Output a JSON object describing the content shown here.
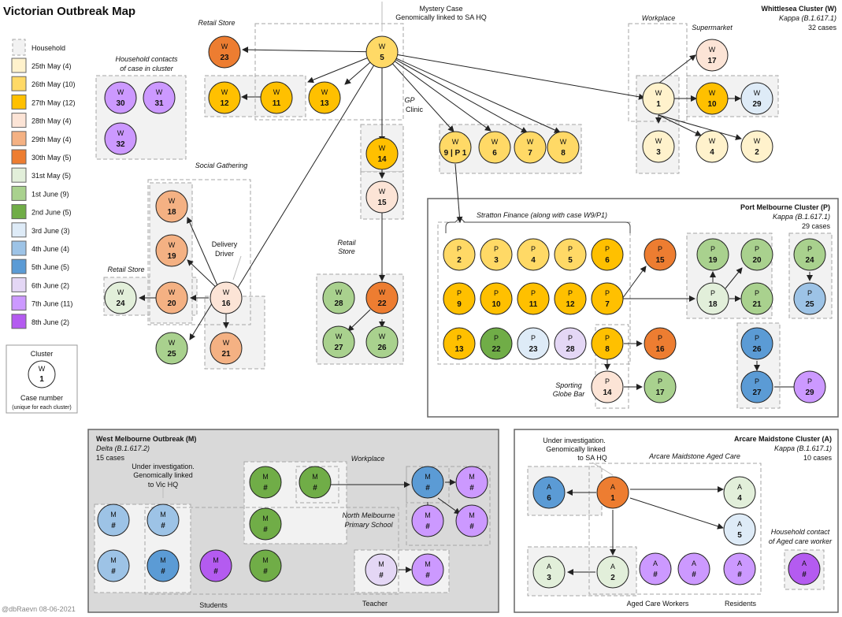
{
  "title": "Victorian Outbreak Map",
  "watermark": "@dbRaevn 08-06-2021",
  "colors": {
    "d25may": "#fff2cc",
    "d26may": "#ffd966",
    "d27may": "#ffc000",
    "d28may": "#fce4d6",
    "d29may": "#f4b183",
    "d30may": "#ed7d31",
    "d31may": "#e2efda",
    "d1jun": "#a9d18e",
    "d2jun": "#70ad47",
    "d3jun": "#deebf7",
    "d4jun": "#9dc3e6",
    "d5jun": "#5b9bd5",
    "d6jun": "#e4d7f5",
    "d7jun": "#cc99ff",
    "d8jun": "#b45bf0",
    "grey": "#f2f2f2",
    "groupStroke": "#a6a6a6"
  },
  "legend": {
    "household": "Household",
    "items": [
      {
        "label": "25th May (4)",
        "c": "d25may"
      },
      {
        "label": "26th May (10)",
        "c": "d26may"
      },
      {
        "label": "27th May (12)",
        "c": "d27may"
      },
      {
        "label": "28th May (4)",
        "c": "d28may"
      },
      {
        "label": "29th May (4)",
        "c": "d29may"
      },
      {
        "label": "30th May (5)",
        "c": "d30may"
      },
      {
        "label": "31st May (5)",
        "c": "d31may"
      },
      {
        "label": "1st June (9)",
        "c": "d1jun"
      },
      {
        "label": "2nd June (5)",
        "c": "d2jun"
      },
      {
        "label": "3rd June (3)",
        "c": "d3jun"
      },
      {
        "label": "4th June (4)",
        "c": "d4jun"
      },
      {
        "label": "5th June (5)",
        "c": "d5jun"
      },
      {
        "label": "6th June (2)",
        "c": "d6jun"
      },
      {
        "label": "7th June (11)",
        "c": "d7jun"
      },
      {
        "label": "8th June (2)",
        "c": "d8jun"
      }
    ],
    "key_title": "Cluster",
    "key_letter": "W",
    "key_num": "1",
    "key_caption": "Case number",
    "key_sub": "(unique for each cluster)"
  },
  "clusters": [
    {
      "t": "Whittlesea Cluster (W)",
      "v": "Kappa (B.1.617.1)",
      "n": "32 cases"
    },
    {
      "t": "Port Melbourne Cluster (P)",
      "v": "Kappa (B.1.617.1)",
      "n": "29 cases"
    },
    {
      "t": "West Melbourne Outbreak (M)",
      "v": "Delta (B.1.617.2)",
      "n": "15 cases"
    },
    {
      "t": "Arcare Maidstone Cluster (A)",
      "v": "Kappa (B.1.617.1)",
      "n": "10 cases"
    }
  ],
  "labels": [
    {
      "t": "Mystery Case"
    },
    {
      "t": "Genomically linked to SA HQ"
    },
    {
      "t": "Retail Store"
    },
    {
      "t": "Household contacts"
    },
    {
      "t": "of case in cluster"
    },
    {
      "t": "Workplace"
    },
    {
      "t": "Supermarket"
    },
    {
      "t": "GP"
    },
    {
      "t": "Clinic"
    },
    {
      "t": "Social Gathering"
    },
    {
      "t": "Delivery"
    },
    {
      "t": "Driver"
    },
    {
      "t": "Retail Store"
    },
    {
      "t": "Retail"
    },
    {
      "t": "Store"
    },
    {
      "t": "Stratton Finance (along with case W9/P1)"
    },
    {
      "t": "Sporting"
    },
    {
      "t": "Globe Bar"
    },
    {
      "t": "Under investigation."
    },
    {
      "t": "Genomically linked"
    },
    {
      "t": "to Vic HQ"
    },
    {
      "t": "Workplace"
    },
    {
      "t": "North Melbourne"
    },
    {
      "t": "Primary School"
    },
    {
      "t": "Students"
    },
    {
      "t": "Teacher"
    },
    {
      "t": "Under investigation."
    },
    {
      "t": "Genomically linked"
    },
    {
      "t": "to SA HQ"
    },
    {
      "t": "Arcare Maidstone Aged Care"
    },
    {
      "t": "Household contact"
    },
    {
      "t": "of Aged care worker"
    },
    {
      "t": "Aged Care Workers"
    },
    {
      "t": "Residents"
    }
  ],
  "nodes": [
    {
      "l": "W",
      "n": "5",
      "c": "d26may"
    },
    {
      "l": "W",
      "n": "23",
      "c": "d30may"
    },
    {
      "l": "W",
      "n": "12",
      "c": "d27may"
    },
    {
      "l": "W",
      "n": "11",
      "c": "d27may"
    },
    {
      "l": "W",
      "n": "13",
      "c": "d27may"
    },
    {
      "l": "W",
      "n": "30",
      "c": "d7jun"
    },
    {
      "l": "W",
      "n": "31",
      "c": "d7jun"
    },
    {
      "l": "W",
      "n": "32",
      "c": "d7jun"
    },
    {
      "l": "W",
      "n": "14",
      "c": "d27may"
    },
    {
      "l": "W",
      "n": "15",
      "c": "d28may"
    },
    {
      "l": "W",
      "n": "9 | P 1",
      "c": "d26may"
    },
    {
      "l": "W",
      "n": "6",
      "c": "d26may"
    },
    {
      "l": "W",
      "n": "7",
      "c": "d26may"
    },
    {
      "l": "W",
      "n": "8",
      "c": "d26may"
    },
    {
      "l": "W",
      "n": "1",
      "c": "d25may"
    },
    {
      "l": "W",
      "n": "17",
      "c": "d28may"
    },
    {
      "l": "W",
      "n": "10",
      "c": "d27may"
    },
    {
      "l": "W",
      "n": "29",
      "c": "d3jun"
    },
    {
      "l": "W",
      "n": "3",
      "c": "d25may"
    },
    {
      "l": "W",
      "n": "4",
      "c": "d25may"
    },
    {
      "l": "W",
      "n": "2",
      "c": "d25may"
    },
    {
      "l": "W",
      "n": "18",
      "c": "d29may"
    },
    {
      "l": "W",
      "n": "19",
      "c": "d29may"
    },
    {
      "l": "W",
      "n": "20",
      "c": "d29may"
    },
    {
      "l": "W",
      "n": "24",
      "c": "d31may"
    },
    {
      "l": "W",
      "n": "16",
      "c": "d28may"
    },
    {
      "l": "W",
      "n": "25",
      "c": "d1jun"
    },
    {
      "l": "W",
      "n": "21",
      "c": "d29may"
    },
    {
      "l": "W",
      "n": "28",
      "c": "d1jun"
    },
    {
      "l": "W",
      "n": "22",
      "c": "d30may"
    },
    {
      "l": "W",
      "n": "27",
      "c": "d1jun"
    },
    {
      "l": "W",
      "n": "26",
      "c": "d1jun"
    },
    {
      "l": "P",
      "n": "2",
      "c": "d26may"
    },
    {
      "l": "P",
      "n": "3",
      "c": "d26may"
    },
    {
      "l": "P",
      "n": "4",
      "c": "d26may"
    },
    {
      "l": "P",
      "n": "5",
      "c": "d26may"
    },
    {
      "l": "P",
      "n": "6",
      "c": "d27may"
    },
    {
      "l": "P",
      "n": "9",
      "c": "d27may"
    },
    {
      "l": "P",
      "n": "10",
      "c": "d27may"
    },
    {
      "l": "P",
      "n": "11",
      "c": "d27may"
    },
    {
      "l": "P",
      "n": "12",
      "c": "d27may"
    },
    {
      "l": "P",
      "n": "7",
      "c": "d27may"
    },
    {
      "l": "P",
      "n": "13",
      "c": "d27may"
    },
    {
      "l": "P",
      "n": "22",
      "c": "d2jun"
    },
    {
      "l": "P",
      "n": "23",
      "c": "d3jun"
    },
    {
      "l": "P",
      "n": "28",
      "c": "d6jun"
    },
    {
      "l": "P",
      "n": "8",
      "c": "d27may"
    },
    {
      "l": "P",
      "n": "15",
      "c": "d30may"
    },
    {
      "l": "P",
      "n": "16",
      "c": "d30may"
    },
    {
      "l": "P",
      "n": "14",
      "c": "d28may"
    },
    {
      "l": "P",
      "n": "17",
      "c": "d1jun"
    },
    {
      "l": "P",
      "n": "19",
      "c": "d1jun"
    },
    {
      "l": "P",
      "n": "20",
      "c": "d1jun"
    },
    {
      "l": "P",
      "n": "18",
      "c": "d31may"
    },
    {
      "l": "P",
      "n": "21",
      "c": "d1jun"
    },
    {
      "l": "P",
      "n": "24",
      "c": "d1jun"
    },
    {
      "l": "P",
      "n": "25",
      "c": "d4jun"
    },
    {
      "l": "P",
      "n": "26",
      "c": "d5jun"
    },
    {
      "l": "P",
      "n": "27",
      "c": "d5jun"
    },
    {
      "l": "P",
      "n": "29",
      "c": "d7jun"
    },
    {
      "l": "M",
      "n": "#",
      "c": "d2jun"
    },
    {
      "l": "M",
      "n": "#",
      "c": "d2jun"
    },
    {
      "l": "M",
      "n": "#",
      "c": "d5jun"
    },
    {
      "l": "M",
      "n": "#",
      "c": "d7jun"
    },
    {
      "l": "M",
      "n": "#",
      "c": "d7jun"
    },
    {
      "l": "M",
      "n": "#",
      "c": "d7jun"
    },
    {
      "l": "M",
      "n": "#",
      "c": "d4jun"
    },
    {
      "l": "M",
      "n": "#",
      "c": "d4jun"
    },
    {
      "l": "M",
      "n": "#",
      "c": "d2jun"
    },
    {
      "l": "M",
      "n": "#",
      "c": "d4jun"
    },
    {
      "l": "M",
      "n": "#",
      "c": "d5jun"
    },
    {
      "l": "M",
      "n": "#",
      "c": "d8jun"
    },
    {
      "l": "M",
      "n": "#",
      "c": "d2jun"
    },
    {
      "l": "M",
      "n": "#",
      "c": "d6jun"
    },
    {
      "l": "M",
      "n": "#",
      "c": "d7jun"
    },
    {
      "l": "A",
      "n": "6",
      "c": "d5jun"
    },
    {
      "l": "A",
      "n": "1",
      "c": "d30may"
    },
    {
      "l": "A",
      "n": "4",
      "c": "d31may"
    },
    {
      "l": "A",
      "n": "5",
      "c": "d3jun"
    },
    {
      "l": "A",
      "n": "3",
      "c": "d31may"
    },
    {
      "l": "A",
      "n": "2",
      "c": "d31may"
    },
    {
      "l": "A",
      "n": "#",
      "c": "d7jun"
    },
    {
      "l": "A",
      "n": "#",
      "c": "d7jun"
    },
    {
      "l": "A",
      "n": "#",
      "c": "d7jun"
    },
    {
      "l": "A",
      "n": "#",
      "c": "d8jun"
    }
  ]
}
